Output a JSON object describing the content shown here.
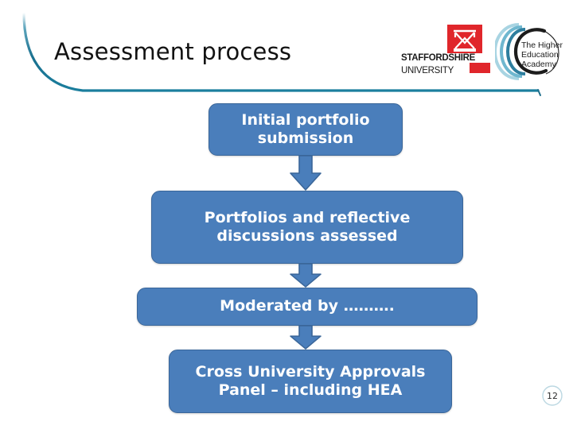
{
  "slide": {
    "title": "Assessment process",
    "page_number": "12",
    "background_color": "#ffffff",
    "accent_color": "#2e7e9e",
    "box_fill_color": "#4a7ebb",
    "box_border_color": "#3a6699",
    "box_text_color": "#ffffff"
  },
  "logos": {
    "staffordshire": {
      "name": "staffordshire-university-logo",
      "line1": "STAFFORDSHIRE",
      "line2": "UNIVERSITY",
      "mark_color": "#e0262b"
    },
    "hea": {
      "name": "higher-education-academy-logo",
      "line1": "The Higher",
      "line2": "Education",
      "line3": "Academy",
      "arc_colors": [
        "#1c1c1c",
        "#2e7e9e",
        "#6fb7cf",
        "#a8d4e2"
      ]
    }
  },
  "flow": {
    "type": "flowchart",
    "direction": "top-to-bottom",
    "steps": [
      {
        "id": "step-1",
        "label": "Initial portfolio submission"
      },
      {
        "id": "step-2",
        "label": "Portfolios and reflective discussions assessed"
      },
      {
        "id": "step-3",
        "label": "Moderated by ………."
      },
      {
        "id": "step-4",
        "label": "Cross University Approvals Panel – including HEA"
      }
    ],
    "connectors": [
      {
        "id": "arrow-1",
        "from": "step-1",
        "to": "step-2",
        "glyph": "down-arrow"
      },
      {
        "id": "arrow-2",
        "from": "step-2",
        "to": "step-3",
        "glyph": "down-arrow"
      },
      {
        "id": "arrow-3",
        "from": "step-3",
        "to": "step-4",
        "glyph": "down-arrow"
      }
    ]
  }
}
